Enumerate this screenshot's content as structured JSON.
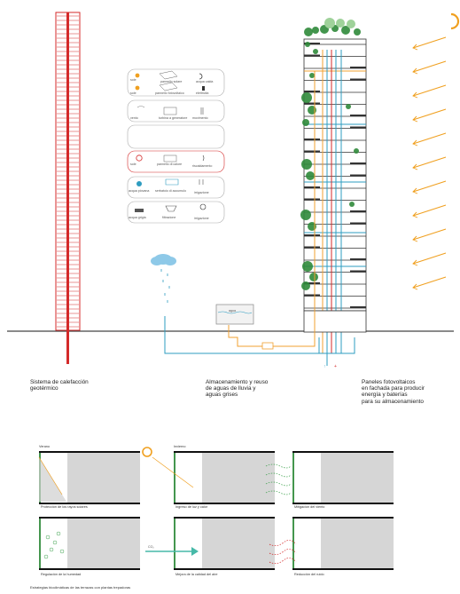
{
  "captions": {
    "geothermal": "Sistema de calefacción\ngeotérmico",
    "water": "Almacenamiento y reuso\nde aguas de lluvia y\naguas grises",
    "solar": "Paneles fotovoltaicos\nen fachada para producir\nenergía y baterías\npara su almacenamiento",
    "tank": "agua",
    "bottom_title": "Estrategias bioclimáticas de las terrazas con plantas trepadoras"
  },
  "legend": [
    {
      "left": "sole",
      "mid": "pannello solare",
      "right": "acqua calda"
    },
    {
      "left": "sole",
      "mid": "pannello fotovoltaico",
      "right": "elettricità"
    },
    {
      "left": "vento",
      "mid": "turbina a generatore",
      "right": "movimento"
    },
    {
      "left": "sole",
      "mid": "pannello di calore",
      "right": "riscaldamento"
    },
    {
      "left": "acqua piovana",
      "mid": "serbatoio di accumulo",
      "right": "irrigazione"
    },
    {
      "left": "acqua grigia",
      "mid": "filtrazione",
      "right": "irrigazione"
    }
  ],
  "panels": [
    {
      "season": "Verano",
      "caption": "Protección de los rayos solares"
    },
    {
      "season": "Invierno",
      "caption": "Ingreso de luz y calor"
    },
    {
      "season": "",
      "caption": "Mitigación del viento"
    },
    {
      "season": "",
      "caption": "Regulación de la humedad"
    },
    {
      "season": "",
      "caption": "Mejora de la calidad del aire"
    },
    {
      "season": "",
      "caption": "Reducción del ruido"
    }
  ],
  "mid_labels": {
    "co2": "CO₂"
  },
  "colors": {
    "tower_red": "#d42a2a",
    "pipe_blue": "#2e9cc0",
    "pipe_orange": "#f0a030",
    "sun_orange": "#f0a020",
    "tree_green": "#2f8a3a",
    "panel_grey": "#d6d6d6",
    "ground": "#444444"
  }
}
